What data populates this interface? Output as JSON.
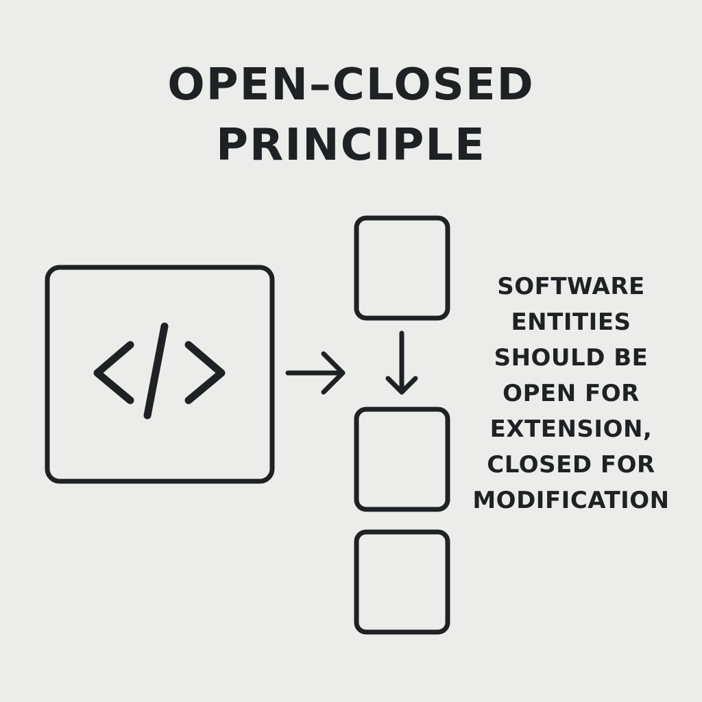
{
  "title": {
    "line1": "OPEN–CLOSED",
    "line2": "PRINCIPLE"
  },
  "description": {
    "lines": [
      "SOFTWARE",
      "ENTITIES",
      "SHOULD BE",
      "OPEN FOR",
      "EXTENSION,",
      "CLOSED FOR",
      "MODIFICATION"
    ]
  },
  "icons": {
    "code": "code-brackets-icon",
    "arrow_right": "arrow-right-icon",
    "arrow_down": "arrow-down-icon"
  },
  "colors": {
    "background": "#ececeb",
    "ink": "#1e2224"
  }
}
